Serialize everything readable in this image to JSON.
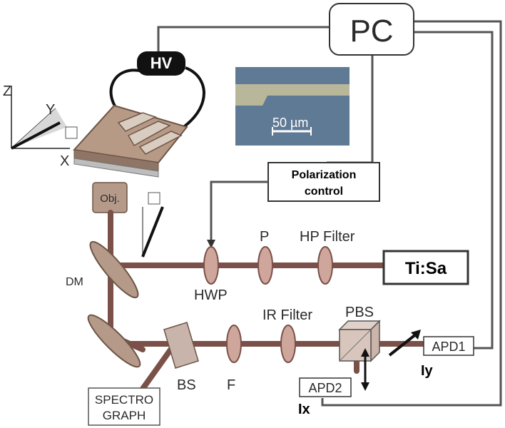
{
  "labels": {
    "pc": "PC",
    "hv": "HV",
    "polarization_line1": "Polarization",
    "polarization_line2": "control",
    "scale_bar": "50 µm",
    "objective": "Obj.",
    "dm": "DM",
    "hwp": "HWP",
    "p": "P",
    "hp_filter": "HP Filter",
    "laser": "Ti:Sa",
    "ir_filter": "IR Filter",
    "pbs": "PBS",
    "apd1": "APD1",
    "apd2": "APD2",
    "iy": "Iy",
    "ix": "Ix",
    "bs": "BS",
    "f": "F",
    "spectro_line1": "SPECTRO",
    "spectro_line2": "GRAPH",
    "axis_x": "X",
    "axis_y": "Y",
    "axis_z": "Z"
  },
  "colors": {
    "beam": "#7a5048",
    "optic_fill": "#cfa69c",
    "micrograph_bg": "#5f7a94",
    "micrograph_electrode": "#b9b79a"
  }
}
